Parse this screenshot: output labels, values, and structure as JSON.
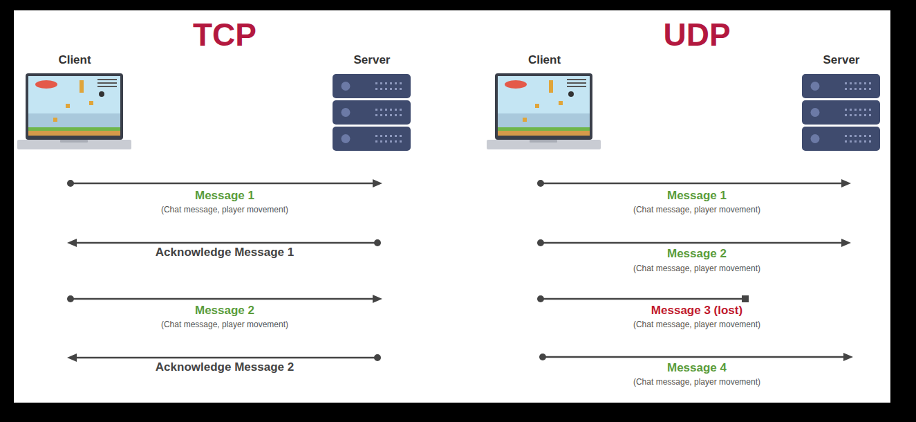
{
  "diagram": {
    "nodes": [
      {
        "text": [
          "Client"
        ]
      },
      {
        "text": [
          "Server"
        ]
      },
      {
        "text": [
          "Client"
        ]
      },
      {
        "text": [
          "Server"
        ]
      }
    ],
    "labels": [
      "TCP",
      "Message 1",
      "(Chat message, player movement)",
      "Acknowledge Message 1",
      "Message 2",
      "(Chat message, player movement)",
      "Acknowledge Message 2",
      "UDP",
      "Message 1",
      "(Chat message, player movement)",
      "Message 2",
      "(Chat message, player movement)",
      "Message 3 (lost)",
      "(Chat message, player movement)",
      "Message 4",
      "(Chat message, player movement)"
    ]
  }
}
